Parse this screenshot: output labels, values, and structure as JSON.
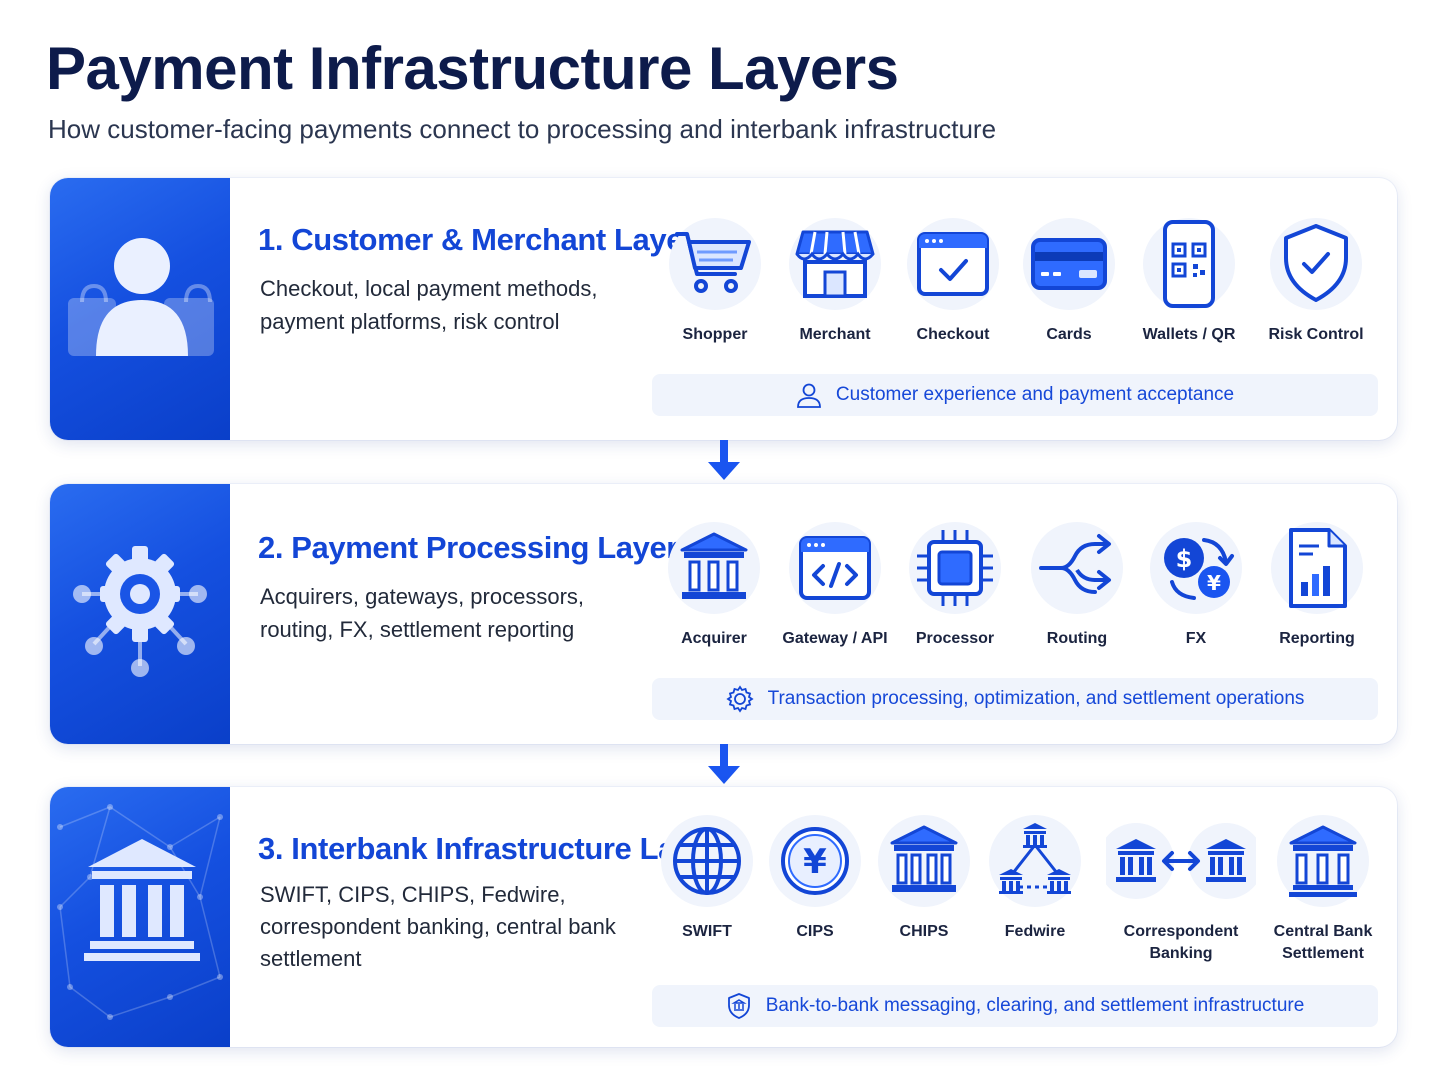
{
  "header": {
    "title": "Payment Infrastructure Layers",
    "subtitle": "How customer-facing payments connect to processing and interbank infrastructure"
  },
  "colors": {
    "accent": "#1346d6",
    "panel_gradient_start": "#2a6cf0",
    "panel_gradient_end": "#0a3fc9",
    "banner_bg": "#f0f4fc"
  },
  "layers": [
    {
      "title": "1. Customer & Merchant Layer",
      "description": "Checkout, local payment methods, payment platforms, risk control",
      "panel_icon": "shopper-with-bags-icon",
      "items": [
        {
          "label": "Shopper",
          "icon": "shopping-cart-icon"
        },
        {
          "label": "Merchant",
          "icon": "storefront-icon"
        },
        {
          "label": "Checkout",
          "icon": "checkout-window-icon"
        },
        {
          "label": "Cards",
          "icon": "credit-card-icon"
        },
        {
          "label": "Wallets / QR",
          "icon": "phone-qr-icon"
        },
        {
          "label": "Risk Control",
          "icon": "shield-check-icon"
        }
      ],
      "banner": {
        "text": "Customer experience and payment acceptance",
        "icon": "user-outline-icon"
      }
    },
    {
      "title": "2. Payment Processing Layer",
      "description": "Acquirers, gateways, processors, routing, FX, settlement reporting",
      "panel_icon": "gear-network-icon",
      "items": [
        {
          "label": "Acquirer",
          "icon": "bank-icon"
        },
        {
          "label": "Gateway / API",
          "icon": "code-window-icon"
        },
        {
          "label": "Processor",
          "icon": "chip-icon"
        },
        {
          "label": "Routing",
          "icon": "routing-arrows-icon"
        },
        {
          "label": "FX",
          "icon": "currency-exchange-icon"
        },
        {
          "label": "Reporting",
          "icon": "report-chart-icon"
        }
      ],
      "banner": {
        "text": "Transaction processing, optimization, and settlement operations",
        "icon": "gear-outline-icon"
      }
    },
    {
      "title": "3. Interbank Infrastructure Layer",
      "description": "SWIFT, CIPS, CHIPS, Fedwire, correspondent banking, central bank settlement",
      "panel_icon": "bank-building-icon",
      "items": [
        {
          "label": "SWIFT",
          "icon": "globe-icon"
        },
        {
          "label": "CIPS",
          "icon": "yen-coin-icon"
        },
        {
          "label": "CHIPS",
          "icon": "bank-icon"
        },
        {
          "label": "Fedwire",
          "icon": "bank-network-icon"
        },
        {
          "label": "Correspondent\nBanking",
          "icon": "bank-exchange-icon"
        },
        {
          "label": "Central Bank\nSettlement",
          "icon": "central-bank-icon"
        }
      ],
      "banner": {
        "text": "Bank-to-bank messaging, clearing, and settlement infrastructure",
        "icon": "shield-bank-icon"
      }
    }
  ]
}
